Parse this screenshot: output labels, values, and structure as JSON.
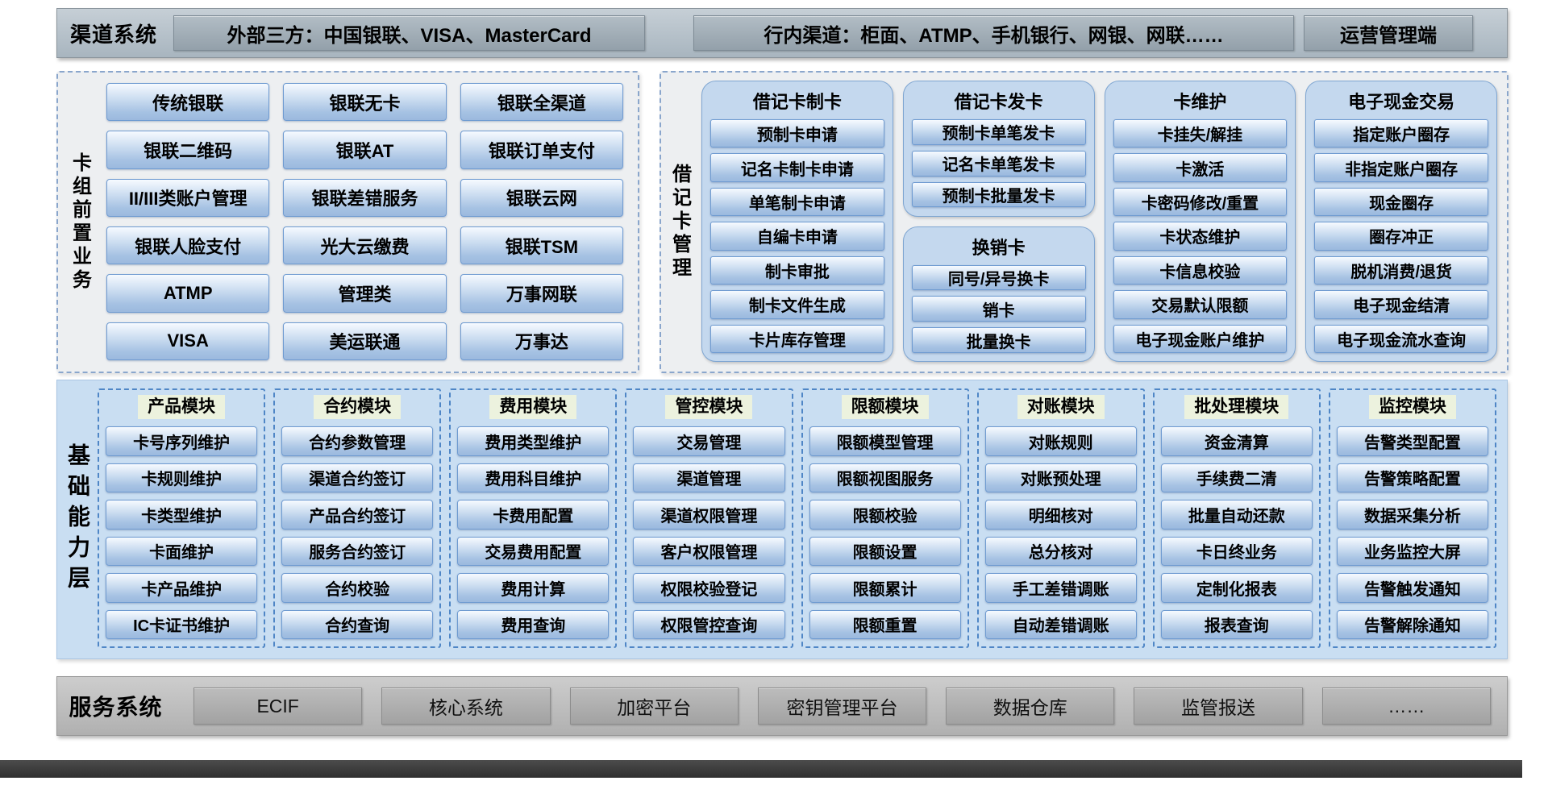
{
  "palette": {
    "blue_button_border": "#6f9bd1",
    "blue_button_fill": "#b9cfe8",
    "group_fill": "#c4d8ee",
    "capability_bg": "#c9def2",
    "dashed_panel_bg": "#edeff1",
    "dashed_border_light": "#8aa6cc",
    "dashed_border_dark": "#4f86c6",
    "grey_bar_bg": "#aab6c0",
    "grey_button_bg": "#9aa6b0",
    "service_bar_bg": "#bdbdbd",
    "service_button_bg": "#a8a8a8",
    "module_title_bg": "#ecf2de",
    "bottom_bar": "#3c3c3c"
  },
  "channel_bar": {
    "label": "渠道系统",
    "external": "外部三方：中国银联、VISA、MasterCard",
    "internal": "行内渠道：柜面、ATMP、手机银行、网银、网联……",
    "ops": "运营管理端"
  },
  "card_front": {
    "label": "卡组前置业务",
    "buttons": [
      "传统银联",
      "银联无卡",
      "银联全渠道",
      "银联二维码",
      "银联AT",
      "银联订单支付",
      "II/III类账户管理",
      "银联差错服务",
      "银联云网",
      "银联人脸支付",
      "光大云缴费",
      "银联TSM",
      "ATMP",
      "管理类",
      "万事网联",
      "VISA",
      "美运联通",
      "万事达"
    ]
  },
  "debit_card": {
    "label": "借记卡管理",
    "groups": {
      "making": {
        "title": "借记卡制卡",
        "items": [
          "预制卡申请",
          "记名卡制卡申请",
          "单笔制卡申请",
          "自编卡申请",
          "制卡审批",
          "制卡文件生成",
          "卡片库存管理"
        ]
      },
      "issuing": {
        "title": "借记卡发卡",
        "items": [
          "预制卡单笔发卡",
          "记名卡单笔发卡",
          "预制卡批量发卡"
        ]
      },
      "exchange": {
        "title": "换销卡",
        "items": [
          "同号/异号换卡",
          "销卡",
          "批量换卡"
        ]
      },
      "maintenance": {
        "title": "卡维护",
        "items": [
          "卡挂失/解挂",
          "卡激活",
          "卡密码修改/重置",
          "卡状态维护",
          "卡信息校验",
          "交易默认限额",
          "电子现金账户维护"
        ]
      },
      "ecash": {
        "title": "电子现金交易",
        "items": [
          "指定账户圈存",
          "非指定账户圈存",
          "现金圈存",
          "圈存冲正",
          "脱机消费/退货",
          "电子现金结清",
          "电子现金流水查询"
        ]
      }
    }
  },
  "capability": {
    "label": "基础能力层",
    "modules": [
      {
        "title": "产品模块",
        "items": [
          "卡号序列维护",
          "卡规则维护",
          "卡类型维护",
          "卡面维护",
          "卡产品维护",
          "IC卡证书维护"
        ]
      },
      {
        "title": "合约模块",
        "items": [
          "合约参数管理",
          "渠道合约签订",
          "产品合约签订",
          "服务合约签订",
          "合约校验",
          "合约查询"
        ]
      },
      {
        "title": "费用模块",
        "items": [
          "费用类型维护",
          "费用科目维护",
          "卡费用配置",
          "交易费用配置",
          "费用计算",
          "费用查询"
        ]
      },
      {
        "title": "管控模块",
        "items": [
          "交易管理",
          "渠道管理",
          "渠道权限管理",
          "客户权限管理",
          "权限校验登记",
          "权限管控查询"
        ]
      },
      {
        "title": "限额模块",
        "items": [
          "限额模型管理",
          "限额视图服务",
          "限额校验",
          "限额设置",
          "限额累计",
          "限额重置"
        ]
      },
      {
        "title": "对账模块",
        "items": [
          "对账规则",
          "对账预处理",
          "明细核对",
          "总分核对",
          "手工差错调账",
          "自动差错调账"
        ]
      },
      {
        "title": "批处理模块",
        "items": [
          "资金清算",
          "手续费二清",
          "批量自动还款",
          "卡日终业务",
          "定制化报表",
          "报表查询"
        ]
      },
      {
        "title": "监控模块",
        "items": [
          "告警类型配置",
          "告警策略配置",
          "数据采集分析",
          "业务监控大屏",
          "告警触发通知",
          "告警解除通知"
        ]
      }
    ]
  },
  "service_bar": {
    "label": "服务系统",
    "items": [
      "ECIF",
      "核心系统",
      "加密平台",
      "密钥管理平台",
      "数据仓库",
      "监管报送",
      "……"
    ]
  }
}
